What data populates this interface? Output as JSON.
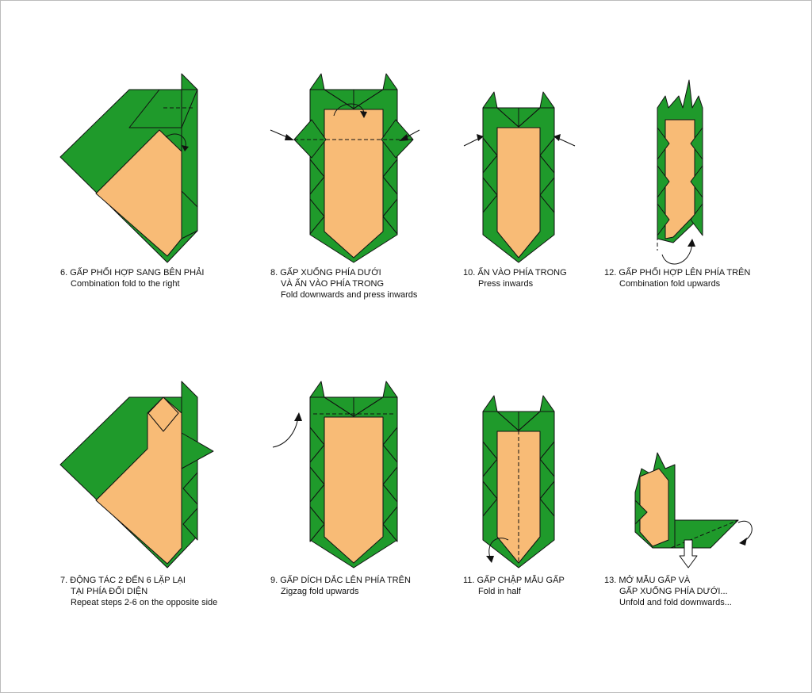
{
  "colors": {
    "green": "#1f9a2b",
    "orange": "#f8bb76",
    "outline": "#111111"
  },
  "steps": [
    {
      "num": "6.",
      "vi": [
        "GẤP PHỐI HỢP SANG BÊN PHẢI"
      ],
      "en": "Combination fold to the right"
    },
    {
      "num": "8.",
      "vi": [
        "GẤP XUỐNG PHÍA DƯỚI",
        "VÀ ẤN VÀO PHÍA TRONG"
      ],
      "en": "Fold downwards and press inwards"
    },
    {
      "num": "10.",
      "vi": [
        "ẤN VÀO PHÍA TRONG"
      ],
      "en": "Press inwards"
    },
    {
      "num": "12.",
      "vi": [
        "GẤP PHỐI HỢP LÊN PHÍA TRÊN"
      ],
      "en": "Combination fold upwards"
    },
    {
      "num": "7.",
      "vi": [
        "ĐỘNG TÁC 2 ĐẾN 6 LẶP LẠI",
        "TẠI PHÍA ĐỐI DIỆN"
      ],
      "en": "Repeat steps 2-6 on the opposite side"
    },
    {
      "num": "9.",
      "vi": [
        "GẤP DÍCH DẮC LÊN PHÍA TRÊN"
      ],
      "en": "Zigzag fold upwards"
    },
    {
      "num": "11.",
      "vi": [
        "GẤP CHẬP MẪU GẤP"
      ],
      "en": "Fold in half"
    },
    {
      "num": "13.",
      "vi": [
        "MỞ MẪU GẤP VÀ",
        "GẤP XUỐNG PHÍA DƯỚI..."
      ],
      "en": "Unfold and fold downwards..."
    }
  ]
}
